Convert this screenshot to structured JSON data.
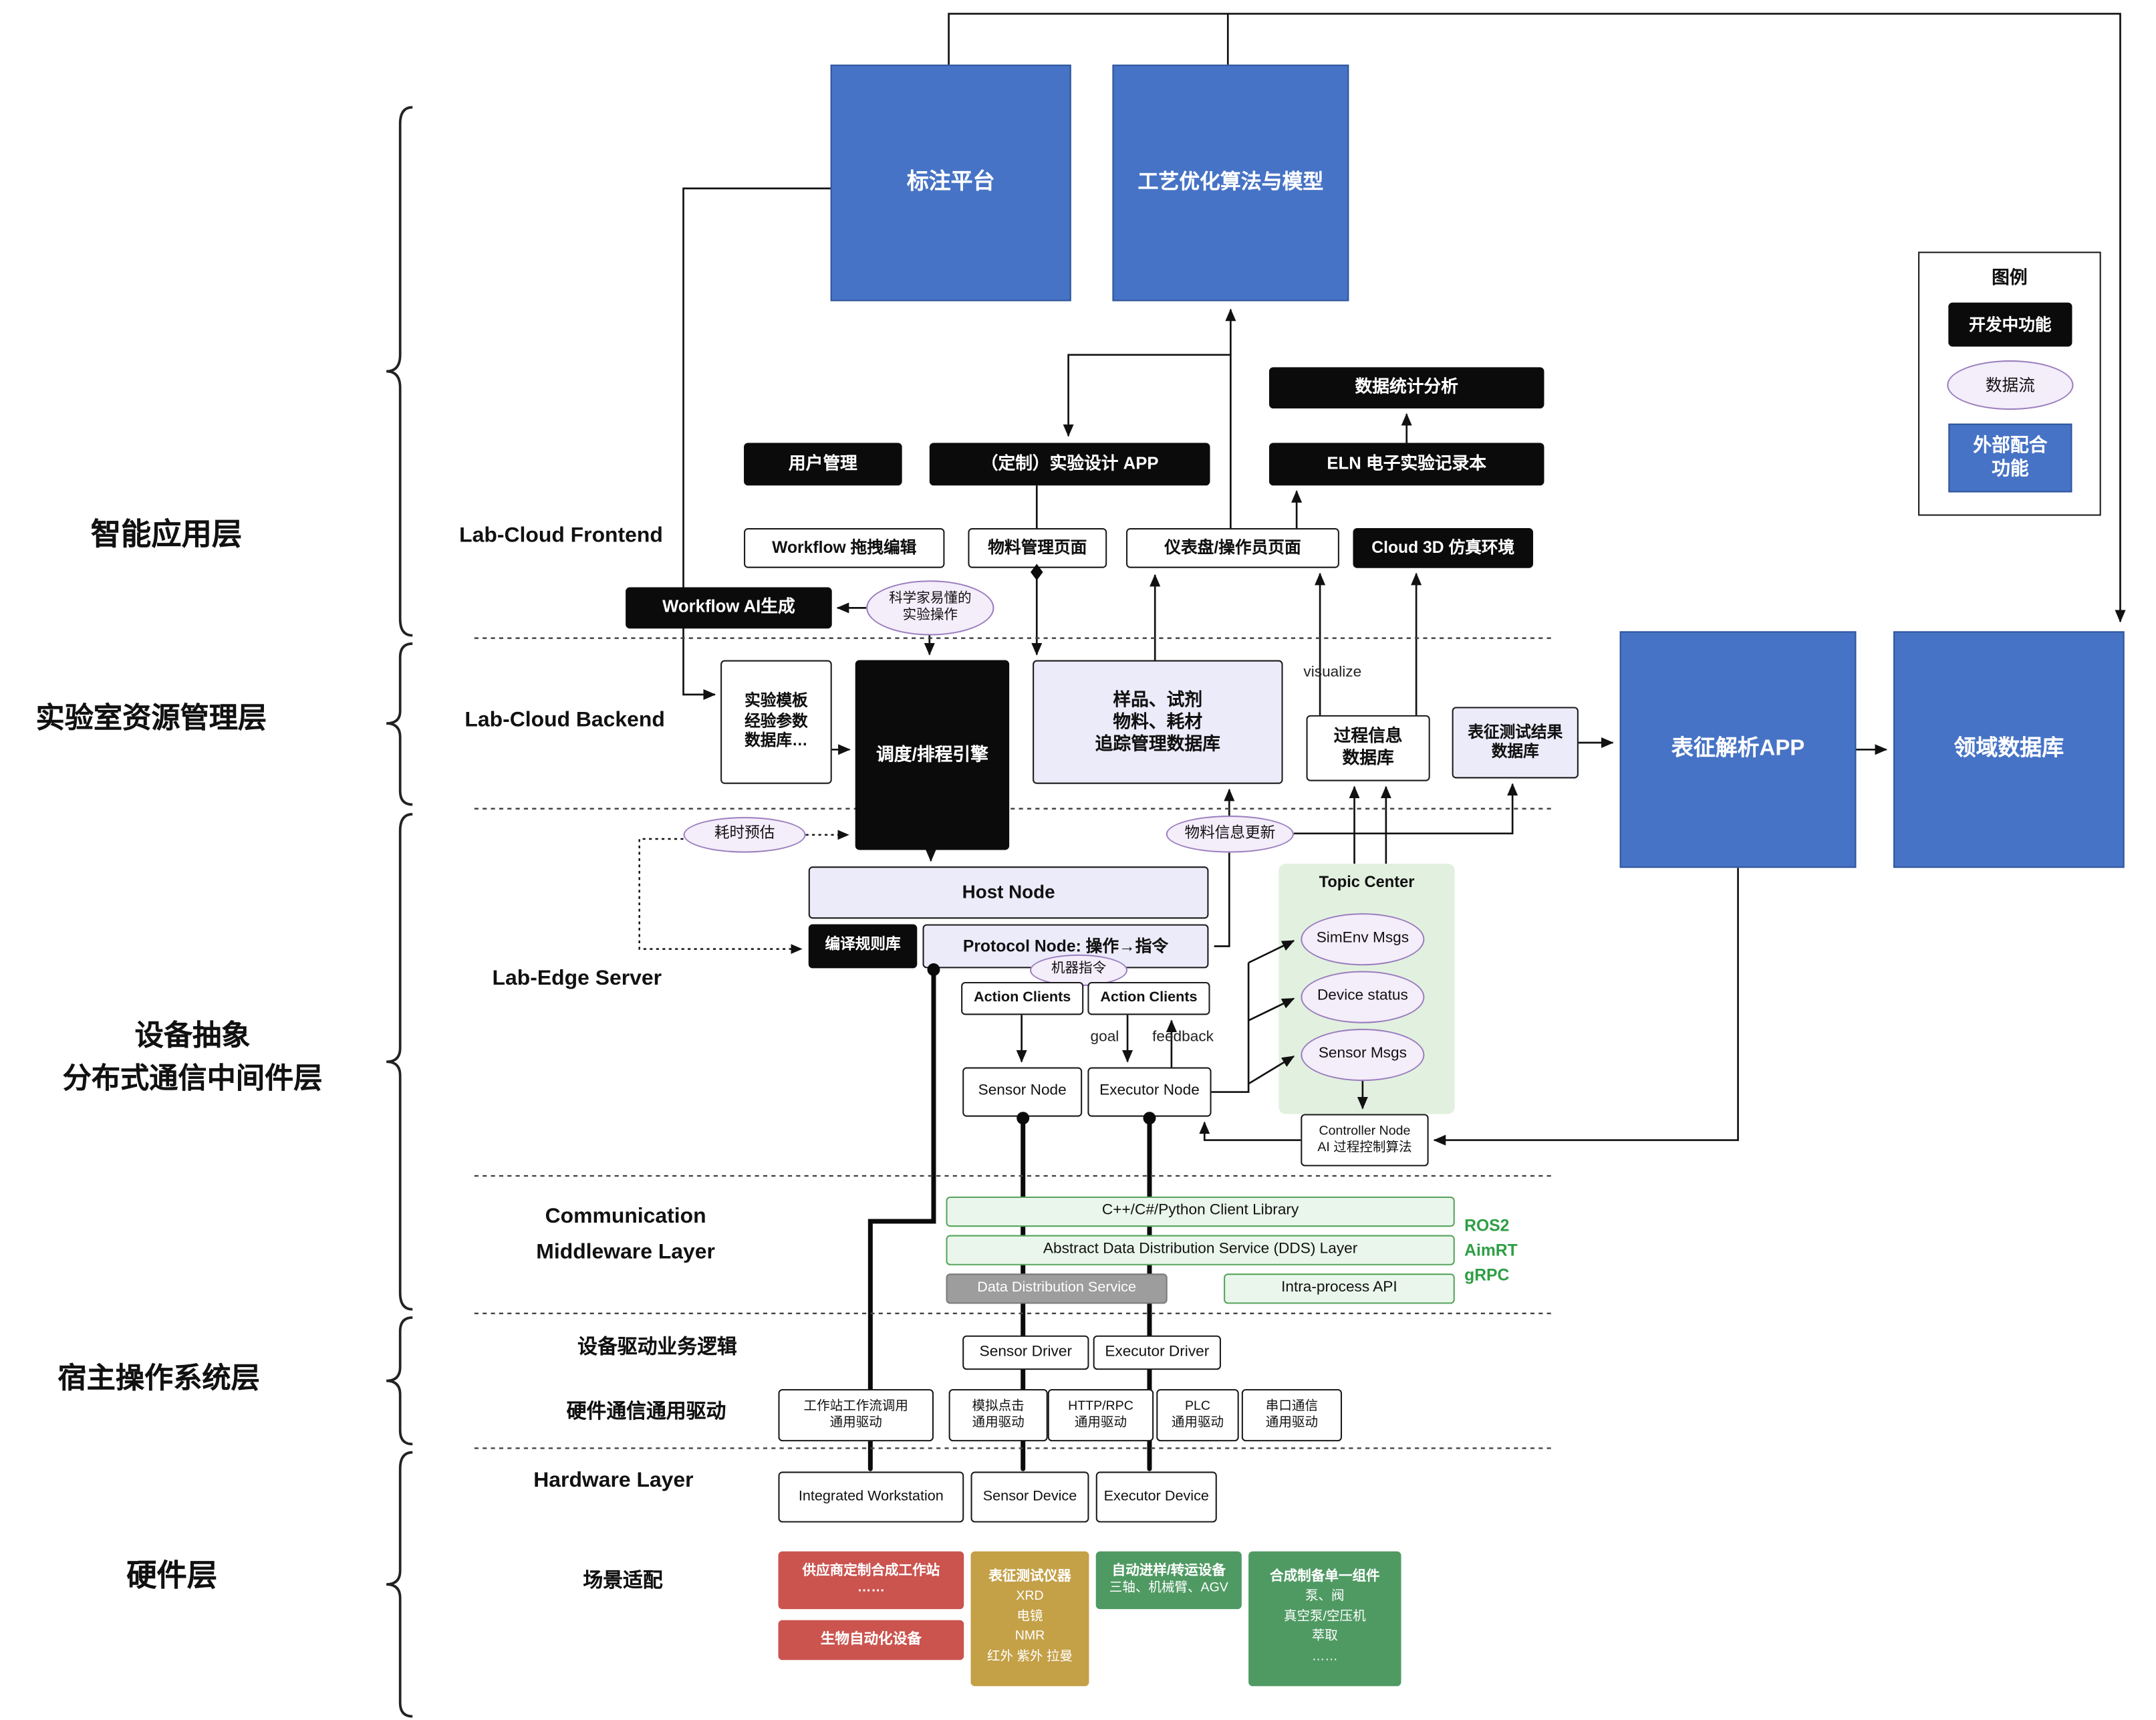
{
  "legend": {
    "title": "图例",
    "developing": "开发中功能",
    "dataflow": "数据流",
    "external": "外部配合\n功能"
  },
  "layers": {
    "app": "智能应用层",
    "resource": "实验室资源管理层",
    "device_line1": "设备抽象",
    "device_line2": "分布式通信中间件层",
    "host_os": "宿主操作系统层",
    "hardware": "硬件层"
  },
  "sections": {
    "frontend": "Lab-Cloud Frontend",
    "backend": "Lab-Cloud Backend",
    "edge": "Lab-Edge Server",
    "middleware": "Communication\nMiddleware Layer",
    "driver_logic": "设备驱动业务逻辑",
    "hw_driver": "硬件通信通用驱动",
    "hardware": "Hardware Layer",
    "scene": "场景适配"
  },
  "top": {
    "annotation": "标注平台",
    "process_opt": "工艺优化算法与模型"
  },
  "apps": {
    "stats": "数据统计分析",
    "user": "用户管理",
    "custom": "（定制）实验设计 APP",
    "eln": "ELN 电子实验记录本"
  },
  "frontend": {
    "workflow_edit": "Workflow 拖拽编辑",
    "material": "物料管理页面",
    "dashboard": "仪表盘/操作员页面",
    "cloud3d": "Cloud 3D 仿真环境",
    "workflow_ai": "Workflow AI生成",
    "sci_ops": "科学家易懂的\n实验操作"
  },
  "backend": {
    "template_db": "实验模板\n经验参数\n数据库…",
    "scheduler": "调度/排程引擎",
    "sample_db": "样品、试剂\n物料、耗材\n追踪管理数据库",
    "process_db": "过程信息\n数据库",
    "result_db": "表征测试结果\n数据库",
    "visualize": "visualize",
    "time_est": "耗时预估",
    "material_update": "物料信息更新",
    "charact_app": "表征解析APP",
    "domain_db": "领域数据库"
  },
  "edge": {
    "host": "Host Node",
    "rule_lib": "编译规则库",
    "protocol": "Protocol Node: 操作→指令",
    "machine_cmd": "机器指令",
    "action1": "Action Clients",
    "action2": "Action Clients",
    "goal": "goal",
    "feedback": "feedback",
    "sensor": "Sensor Node",
    "executor": "Executor Node",
    "topic_center": "Topic Center",
    "simenv": "SimEnv Msgs",
    "device_status": "Device status",
    "sensor_msgs": "Sensor Msgs",
    "controller": "Controller Node\nAI 过程控制算法"
  },
  "middleware": {
    "client_lib": "C++/C#/Python Client Library",
    "dds": "Abstract Data Distribution Service (DDS) Layer",
    "dds_service": "Data Distribution Service",
    "intra": "Intra-process API",
    "ros2": "ROS2",
    "aimrt": "AimRT",
    "grpc": "gRPC"
  },
  "drivers": {
    "sensor": "Sensor Driver",
    "executor": "Executor Driver",
    "workstation": "工作站工作流调用\n通用驱动",
    "click": "模拟点击\n通用驱动",
    "http": "HTTP/RPC\n通用驱动",
    "plc": "PLC\n通用驱动",
    "serial": "串口通信\n通用驱动"
  },
  "hardware": {
    "workstation": "Integrated Workstation",
    "sensor": "Sensor Device",
    "executor": "Executor Device"
  },
  "scene": {
    "vendor": "供应商定制合成工作站\n……",
    "bio": "生物自动化设备",
    "charact_title": "表征测试仪器",
    "charact_items": "XRD\n电镜\nNMR\n红外 紫外 拉曼",
    "transfer_title": "自动进样/转运设备",
    "transfer_items": "三轴、机械臂、AGV",
    "synth_title": "合成制备单一组件",
    "synth_items": "泵、阀\n真空泵/空压机\n萃取\n……"
  },
  "colors": {
    "blue": "#4673C5",
    "black": "#0B0B0B",
    "lavender": "#ECEBFA",
    "ellipse": "#F4EDFA",
    "green_panel": "#E2F1DF",
    "green_row": "#EAF6EC",
    "gray": "#9D9D9D",
    "red": "#CB544F",
    "tan": "#C4A047",
    "green_scene": "#4F9A63",
    "accent_green_text": "#2E9E44"
  }
}
